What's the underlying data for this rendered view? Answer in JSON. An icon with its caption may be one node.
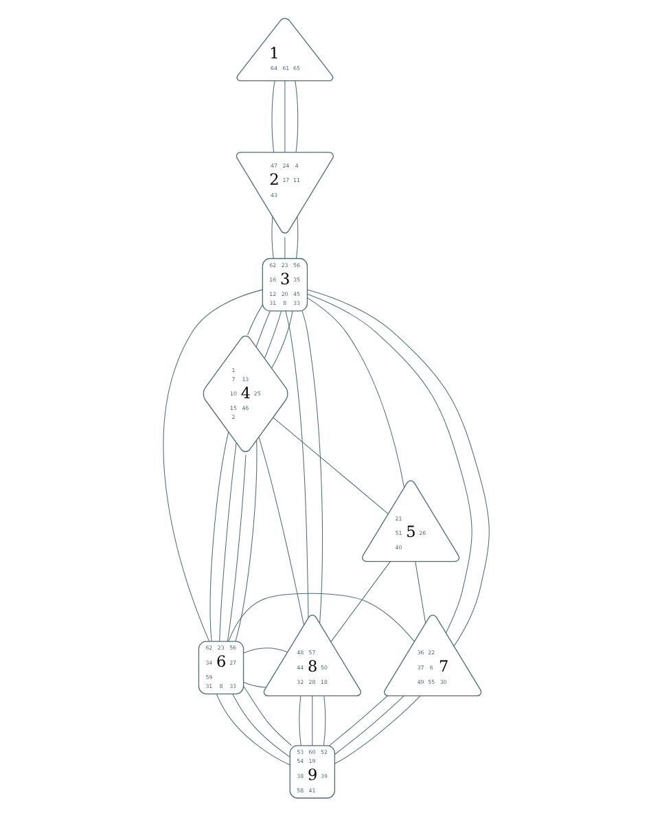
{
  "diagram": {
    "nodes": [
      {
        "text": [
          "1",
          "64",
          "61",
          "65"
        ]
      },
      {
        "text": [
          "47",
          "24",
          "4",
          "2",
          "17",
          "11",
          "43"
        ]
      },
      {
        "text": [
          "62",
          "23",
          "56",
          "16",
          "3",
          "35",
          "12",
          "20",
          "45",
          "31",
          "8",
          "33"
        ]
      },
      {
        "text": [
          "1",
          "7",
          "13",
          "10",
          "4",
          "25",
          "15",
          "46",
          "2"
        ]
      },
      {
        "text": [
          "21",
          "51",
          "5",
          "26",
          "40"
        ]
      },
      {
        "text": [
          "62",
          "23",
          "56",
          "34",
          "6",
          "27",
          "59",
          "31",
          "8",
          "33"
        ]
      },
      {
        "text": [
          "36",
          "22",
          "37",
          "6",
          "7",
          "49",
          "55",
          "30"
        ]
      },
      {
        "text": [
          "48",
          "57",
          "44",
          "8",
          "50",
          "32",
          "28",
          "18"
        ]
      },
      {
        "text": [
          "53",
          "60",
          "52",
          "54",
          "19",
          "38",
          "9",
          "39",
          "58",
          "41"
        ]
      }
    ],
    "edges": [
      {
        "from": 0,
        "to": 1,
        "arrow": "none"
      },
      {
        "from": 0,
        "to": 1,
        "arrow": "none"
      },
      {
        "from": 0,
        "to": 1,
        "arrow": "none"
      },
      {
        "from": 1,
        "to": 2,
        "arrow": "none"
      },
      {
        "from": 1,
        "to": 2,
        "arrow": "none"
      },
      {
        "from": 1,
        "to": 2,
        "arrow": "none"
      },
      {
        "from": 2,
        "to": 3,
        "arrow": "none"
      },
      {
        "from": 2,
        "to": 3,
        "arrow": "none"
      },
      {
        "from": 2,
        "to": 3,
        "arrow": "none"
      },
      {
        "from": 2,
        "to": 7,
        "arrow": "none"
      },
      {
        "from": 2,
        "to": 7,
        "arrow": "none"
      },
      {
        "from": 2,
        "to": 5,
        "arrow": "none"
      },
      {
        "from": 2,
        "to": 3,
        "arrow": "none"
      },
      {
        "from": 2,
        "to": 4,
        "arrow": "none"
      },
      {
        "from": 2,
        "to": 6,
        "arrow": "none"
      },
      {
        "from": 2,
        "to": 6,
        "arrow": "none"
      },
      {
        "from": 3,
        "to": 5,
        "arrow": "none"
      },
      {
        "from": 3,
        "to": 5,
        "arrow": "none"
      },
      {
        "from": 3,
        "to": 5,
        "arrow": "none"
      },
      {
        "from": 3,
        "to": 4,
        "arrow": "none"
      },
      {
        "from": 3,
        "to": 7,
        "arrow": "none"
      },
      {
        "from": 3,
        "to": 5,
        "arrow": "none"
      },
      {
        "from": 4,
        "to": 7,
        "arrow": "none"
      },
      {
        "from": 4,
        "to": 6,
        "arrow": "none"
      },
      {
        "from": 5,
        "to": 7,
        "arrow": "none"
      },
      {
        "from": 5,
        "to": 7,
        "arrow": "none"
      },
      {
        "from": 5,
        "to": 6,
        "arrow": "none"
      },
      {
        "from": 5,
        "to": 8,
        "arrow": "none"
      },
      {
        "from": 5,
        "to": 8,
        "arrow": "none"
      },
      {
        "from": 5,
        "to": 8,
        "arrow": "none"
      },
      {
        "from": 8,
        "to": 7,
        "arrow": "none"
      },
      {
        "from": 8,
        "to": 7,
        "arrow": "none"
      },
      {
        "from": 8,
        "to": 7,
        "arrow": "none"
      },
      {
        "from": 8,
        "to": 6,
        "arrow": "none"
      },
      {
        "from": 8,
        "to": 6,
        "arrow": "none"
      },
      {
        "from": 8,
        "to": 6,
        "arrow": "none"
      }
    ]
  }
}
